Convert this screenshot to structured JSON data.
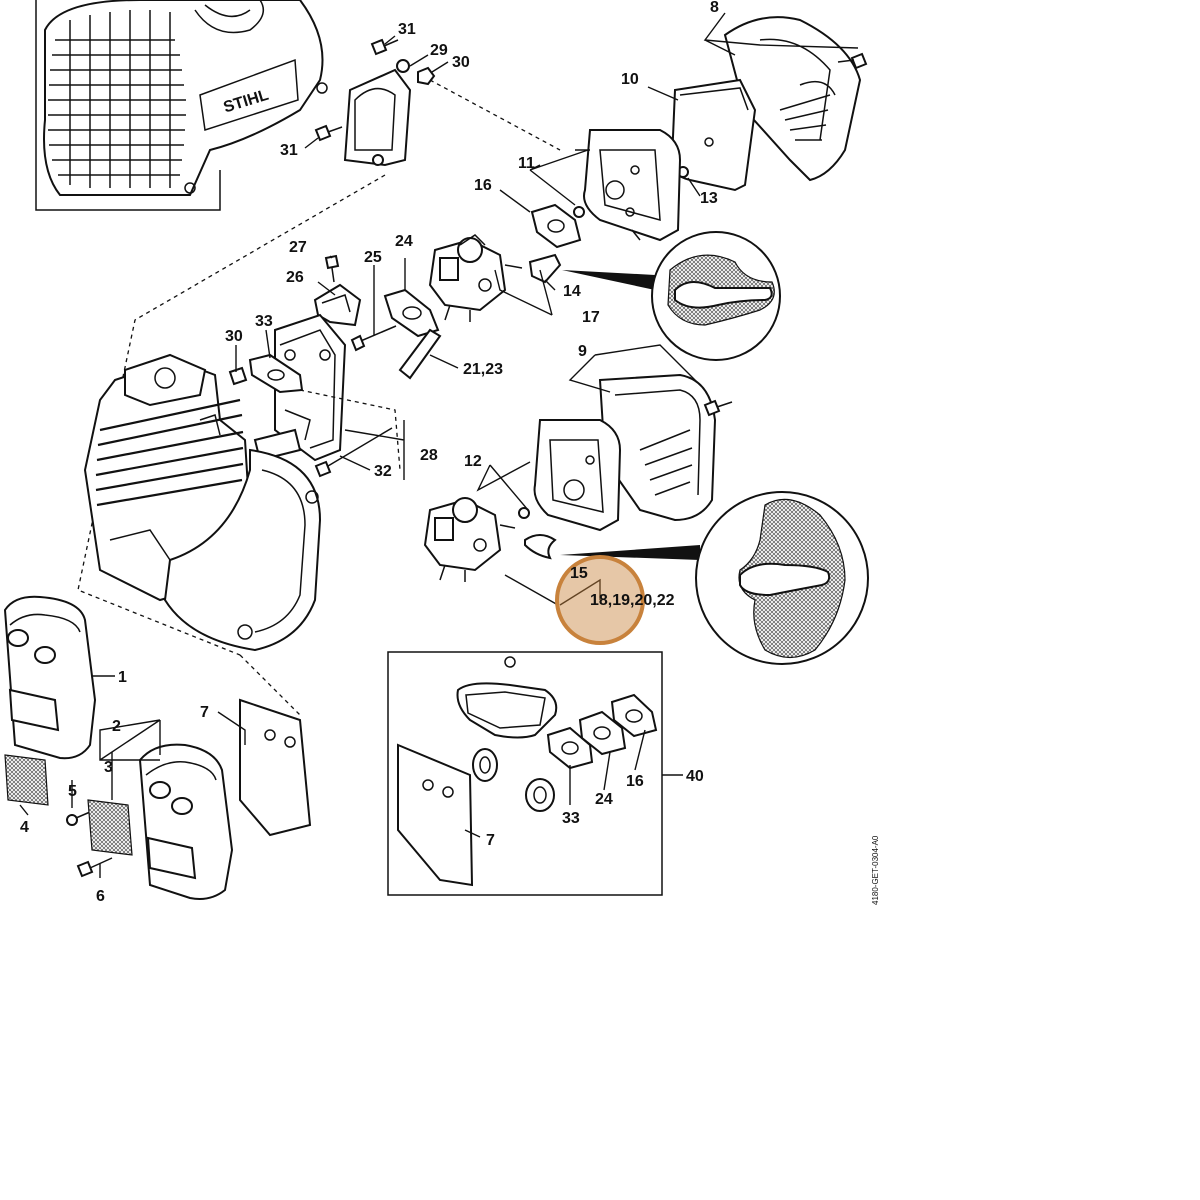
{
  "brand": "STIHL",
  "doc_id": "4180-GET-0304-A0",
  "highlight_color": "#c8823c",
  "callouts": {
    "c1": "1",
    "c2": "2",
    "c3": "3",
    "c4": "4",
    "c5": "5",
    "c6": "6",
    "c7": "7",
    "c7b": "7",
    "c8": "8",
    "c9": "9",
    "c10": "10",
    "c11": "11",
    "c12": "12",
    "c13": "13",
    "c14": "14",
    "c15": "15",
    "c16": "16",
    "c16b": "16",
    "c17": "17",
    "c18": "18,19,20,22",
    "c21": "21,23",
    "c24": "24",
    "c24b": "24",
    "c25": "25",
    "c26": "26",
    "c27": "27",
    "c28": "28",
    "c29": "29",
    "c30": "30",
    "c30b": "30",
    "c31": "31",
    "c31b": "31",
    "c32": "32",
    "c33": "33",
    "c33b": "33",
    "c40": "40"
  }
}
